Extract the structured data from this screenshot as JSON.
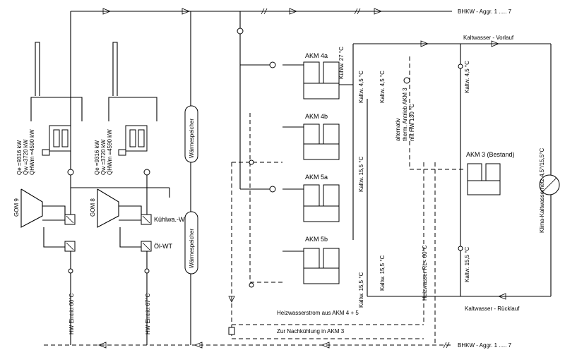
{
  "header": {
    "top_right": "BHKW - Aggr. 1 ..... 7",
    "bottom_right": "BHKW - Aggr. 1 ..... 7"
  },
  "network": {
    "supply": "Kaltwasser - Vorlauf",
    "return": "Kaltwasser - Rücklauf",
    "klima": "Klima-Kaltwassernetz 4,5°/15,5°C"
  },
  "machines": {
    "gom9": {
      "name": "GOM 9",
      "qe": "Qe =9316 kW",
      "qw": "Qw =3720 kW",
      "qhtm": "QHWm =4590 kW"
    },
    "gom8": {
      "name": "GOM 8",
      "qe": "Qe =9316 kW",
      "qw": "Qw =3720 kW",
      "qhtm": "QHWm =4590 kW"
    },
    "kuehlwa_wt": "Kühlwa.-WT",
    "oel_wt": "Öl-WT",
    "speicher_top": "Wärmespeicher",
    "speicher_bottom": "Wärmespeicher",
    "hw_austritt_9": "HW Eintritt 60°C",
    "hw_austritt_8": "HW Eintritt 67°C"
  },
  "akm": {
    "a4a": "AKM 4a",
    "a4b": "AKM 4b",
    "a5a": "AKM 5a",
    "a5b": "AKM 5b",
    "a3": "AKM 3 (Bestand)"
  },
  "temps": {
    "kuehlw_27": "Kühlw. 27 °C",
    "kaltw_45_a": "Kaltw. 4,5 °C",
    "kaltw_45_b": "Kaltw. 4,5 °C",
    "kaltw_155_a": "Kaltw. 15,5 °C",
    "kaltw_155_b": "Kaltw. 15,5 °C",
    "kaltw_155_c": "Kaltw. 15,5 °C",
    "kaltw_45_c": "Kaltw. 4,5 °C",
    "kaltw_155_d": "Kaltw. 15,5 °C",
    "heizwasser_rl": "Heizwasser RL< 60°C",
    "alt1": "alternativ",
    "alt2": "therm. Antrieb AKM 3",
    "alt3": "mit HW 130 °C"
  },
  "flows": {
    "heizwasser": "Heizwasserstrom aus AKM 4 + 5",
    "nachkuehlung": "Zur Nachkühlung in AKM 3"
  }
}
